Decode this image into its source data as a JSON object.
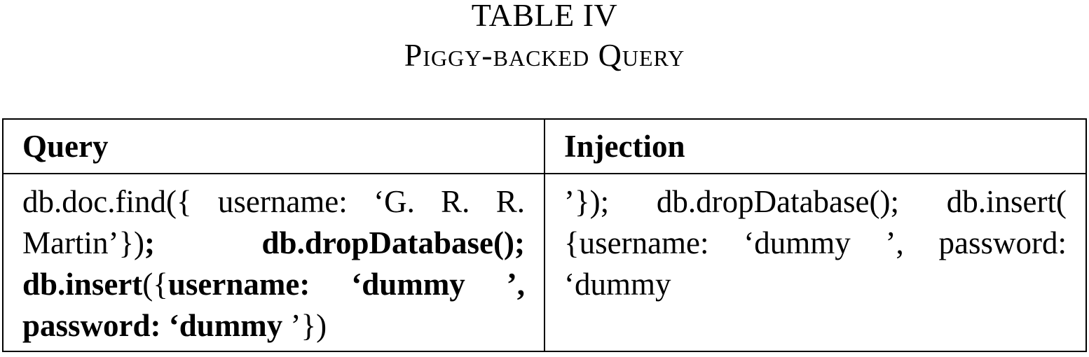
{
  "caption": {
    "table_number": "TABLE IV",
    "title": "Piggy-backed Query"
  },
  "table": {
    "headers": [
      "Query",
      "Injection"
    ],
    "row": {
      "query_segments": [
        {
          "text": "db.doc.find({ username: ‘G. R. R. Martin’})",
          "bold": false
        },
        {
          "text": "; db.dropDatabase(); db.insert",
          "bold": true
        },
        {
          "text": "({",
          "bold": false
        },
        {
          "text": "username: ‘dummy ’, password: ‘dummy ",
          "bold": true
        },
        {
          "text": "’})",
          "bold": false
        }
      ],
      "injection": "’}); db.dropDatabase(); db.insert( {username: ‘dummy ’, password: ‘dummy"
    }
  }
}
